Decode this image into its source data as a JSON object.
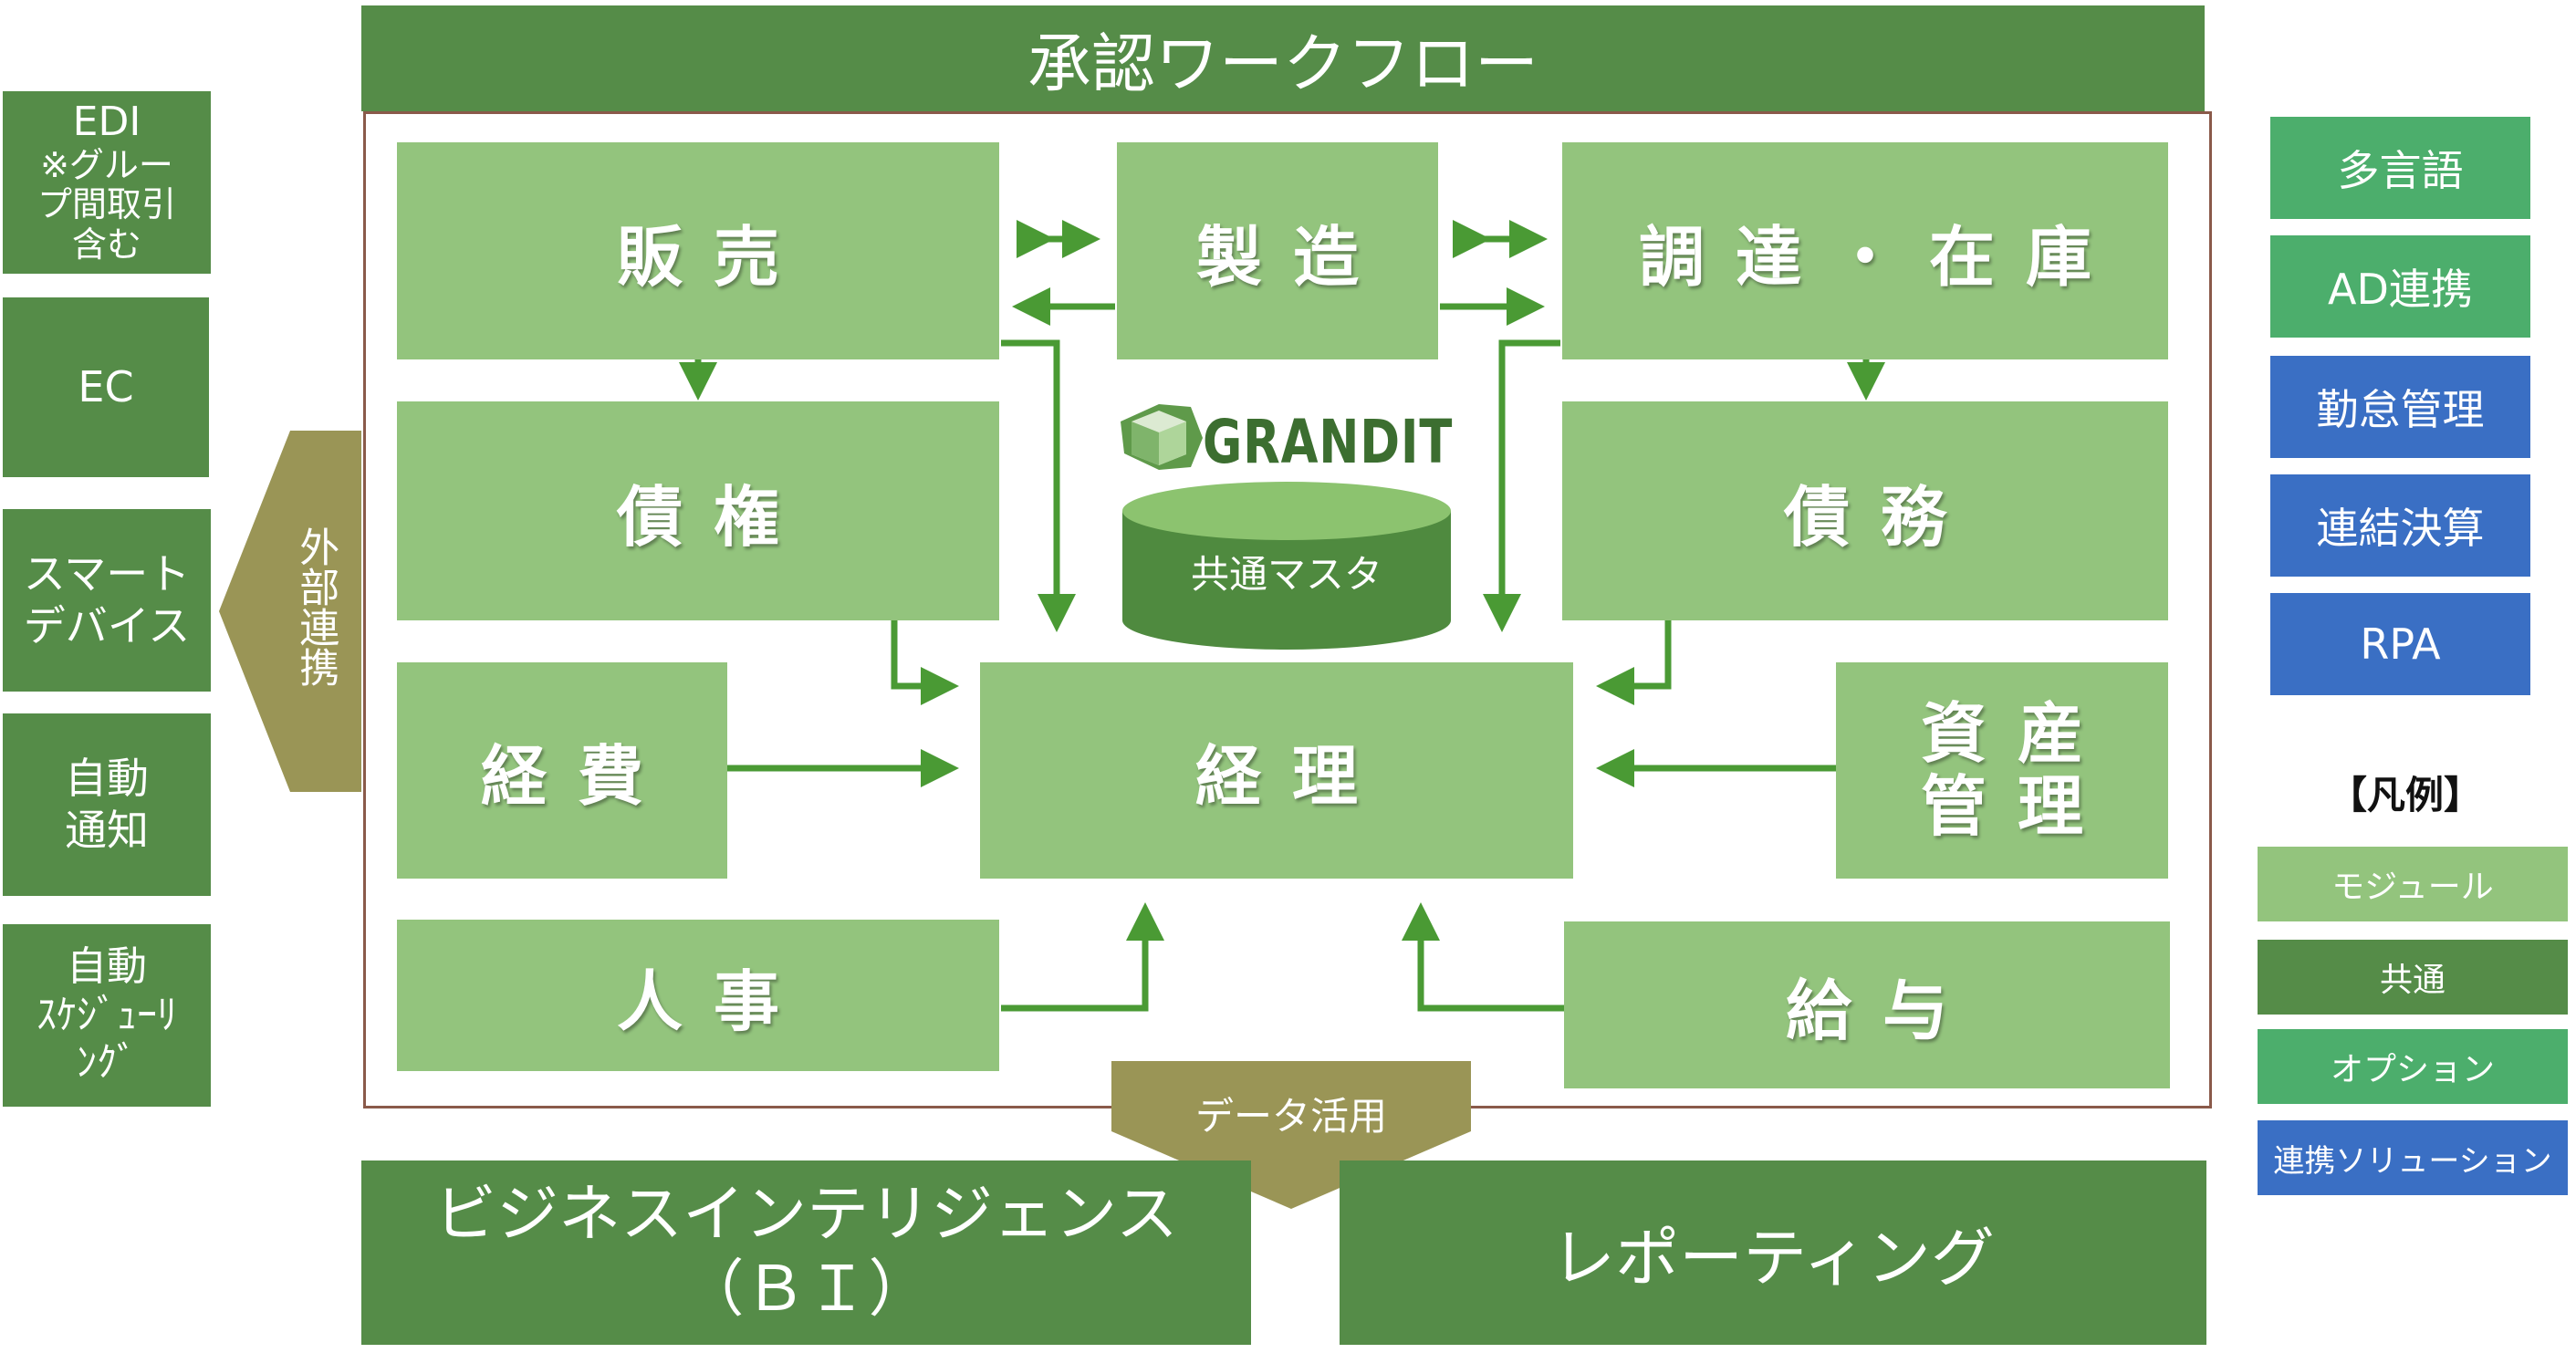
{
  "header": {
    "title": "承認ワークフロー"
  },
  "left_side": {
    "items": [
      {
        "label_lines": [
          "EDI",
          "※グルー",
          "プ間取引",
          "含む"
        ]
      },
      {
        "label_lines": [
          "EC"
        ]
      },
      {
        "label_lines": [
          "スマート",
          "デバイス"
        ]
      },
      {
        "label_lines": [
          "自動",
          "通知"
        ]
      },
      {
        "label_lines": [
          "自動",
          "ｽｹｼﾞｭｰﾘ",
          "ﾝｸﾞ"
        ]
      }
    ],
    "external_link": "外部連携"
  },
  "modules": {
    "sales": "販売",
    "manufacturing": "製造",
    "procurement": "調達・在庫",
    "receivables": "債権",
    "payables": "債務",
    "expenses": "経費",
    "accounting": "経理",
    "assets_lines": [
      "資産",
      "管理"
    ],
    "hr": "人事",
    "payroll": "給与"
  },
  "center": {
    "logo": "GRANDIT",
    "master": "共通マスタ"
  },
  "data_usage": "データ活用",
  "bottom": {
    "bi_lines": [
      "ビジネスインテリジェンス",
      "（ＢＩ）"
    ],
    "reporting": "レポーティング"
  },
  "right_side": {
    "items": [
      "多言語",
      "AD連携",
      "勤怠管理",
      "連結決算",
      "RPA"
    ]
  },
  "legend": {
    "title": "【凡例】",
    "items": [
      "モジュール",
      "共通",
      "オプション",
      "連携ソリューション"
    ]
  },
  "colors": {
    "common": "#558c48",
    "module": "#93c47d",
    "option": "#4cae6c",
    "solution": "#3a6fc4",
    "external": "#9a9556",
    "arrow": "#4a9a34",
    "frame": "#8a5a4a"
  }
}
